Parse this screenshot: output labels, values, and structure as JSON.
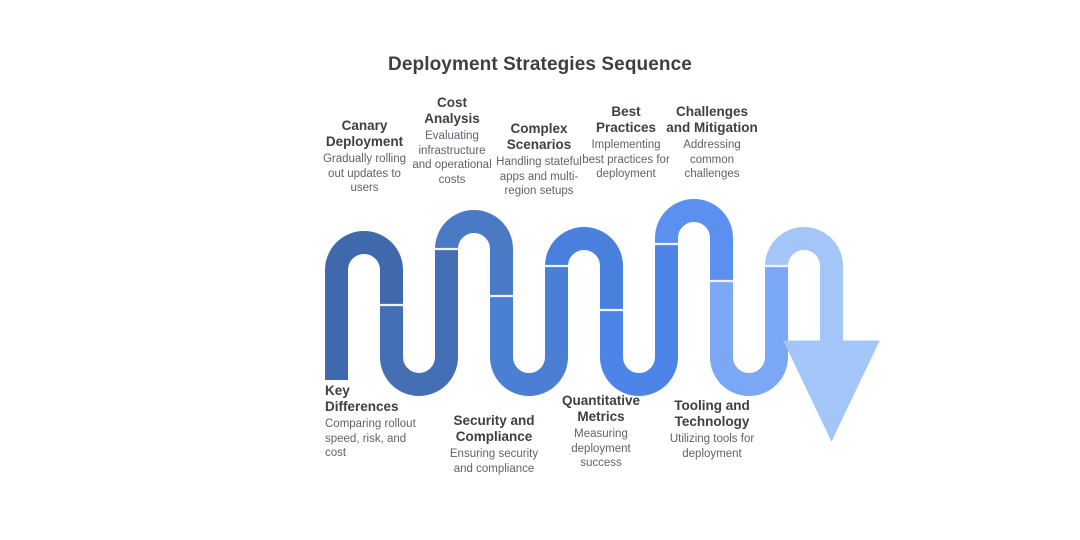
{
  "title": "Deployment Strategies Sequence",
  "colors": {
    "title_text": "#3c4043",
    "node_title_text": "#3c4043",
    "node_desc_text": "#5f6368",
    "background": "#ffffff",
    "segment_1": "#3f68ad",
    "segment_2": "#446fb5",
    "segment_3": "#4a7ac4",
    "segment_4": "#4a7fd4",
    "segment_5": "#4a80dd",
    "segment_6": "#4c84e8",
    "segment_7": "#5b8ff0",
    "segment_8": "#7aa8f5",
    "segment_9": "#a4c5f8",
    "divider": "#e8eef8",
    "arrow": "#a4c5f8"
  },
  "chart_data": {
    "type": "diagram",
    "subtype": "serpentine-snake-process",
    "title": "Deployment Strategies Sequence",
    "direction": "left-to-right serpentine, terminating in downward arrowhead",
    "step_count": 9,
    "steps": [
      {
        "index": 1,
        "position": "top",
        "title": "Canary Deployment",
        "description": "Gradually rolling out updates to users",
        "color": "#3f68ad"
      },
      {
        "index": 2,
        "position": "bottom",
        "title": "Key Differences",
        "description": "Comparing rollout speed, risk, and cost",
        "color": "#446fb5"
      },
      {
        "index": 3,
        "position": "top",
        "title": "Cost Analysis",
        "description": "Evaluating infrastructure and operational costs",
        "color": "#4a7ac4"
      },
      {
        "index": 4,
        "position": "bottom",
        "title": "Security and Compliance",
        "description": "Ensuring security and compliance",
        "color": "#4a7fd4"
      },
      {
        "index": 5,
        "position": "top",
        "title": "Complex Scenarios",
        "description": "Handling stateful apps and multi-region setups",
        "color": "#4a80dd"
      },
      {
        "index": 6,
        "position": "bottom",
        "title": "Quantitative Metrics",
        "description": "Measuring deployment success",
        "color": "#4c84e8"
      },
      {
        "index": 7,
        "position": "top",
        "title": "Best Practices",
        "description": "Implementing best practices for deployment",
        "color": "#5b8ff0"
      },
      {
        "index": 8,
        "position": "bottom",
        "title": "Tooling and Technology",
        "description": "Utilizing tools for deployment",
        "color": "#7aa8f5"
      },
      {
        "index": 9,
        "position": "top",
        "title": "Challenges and Mitigation",
        "description": "Addressing common challenges",
        "color": "#a4c5f8"
      }
    ]
  }
}
